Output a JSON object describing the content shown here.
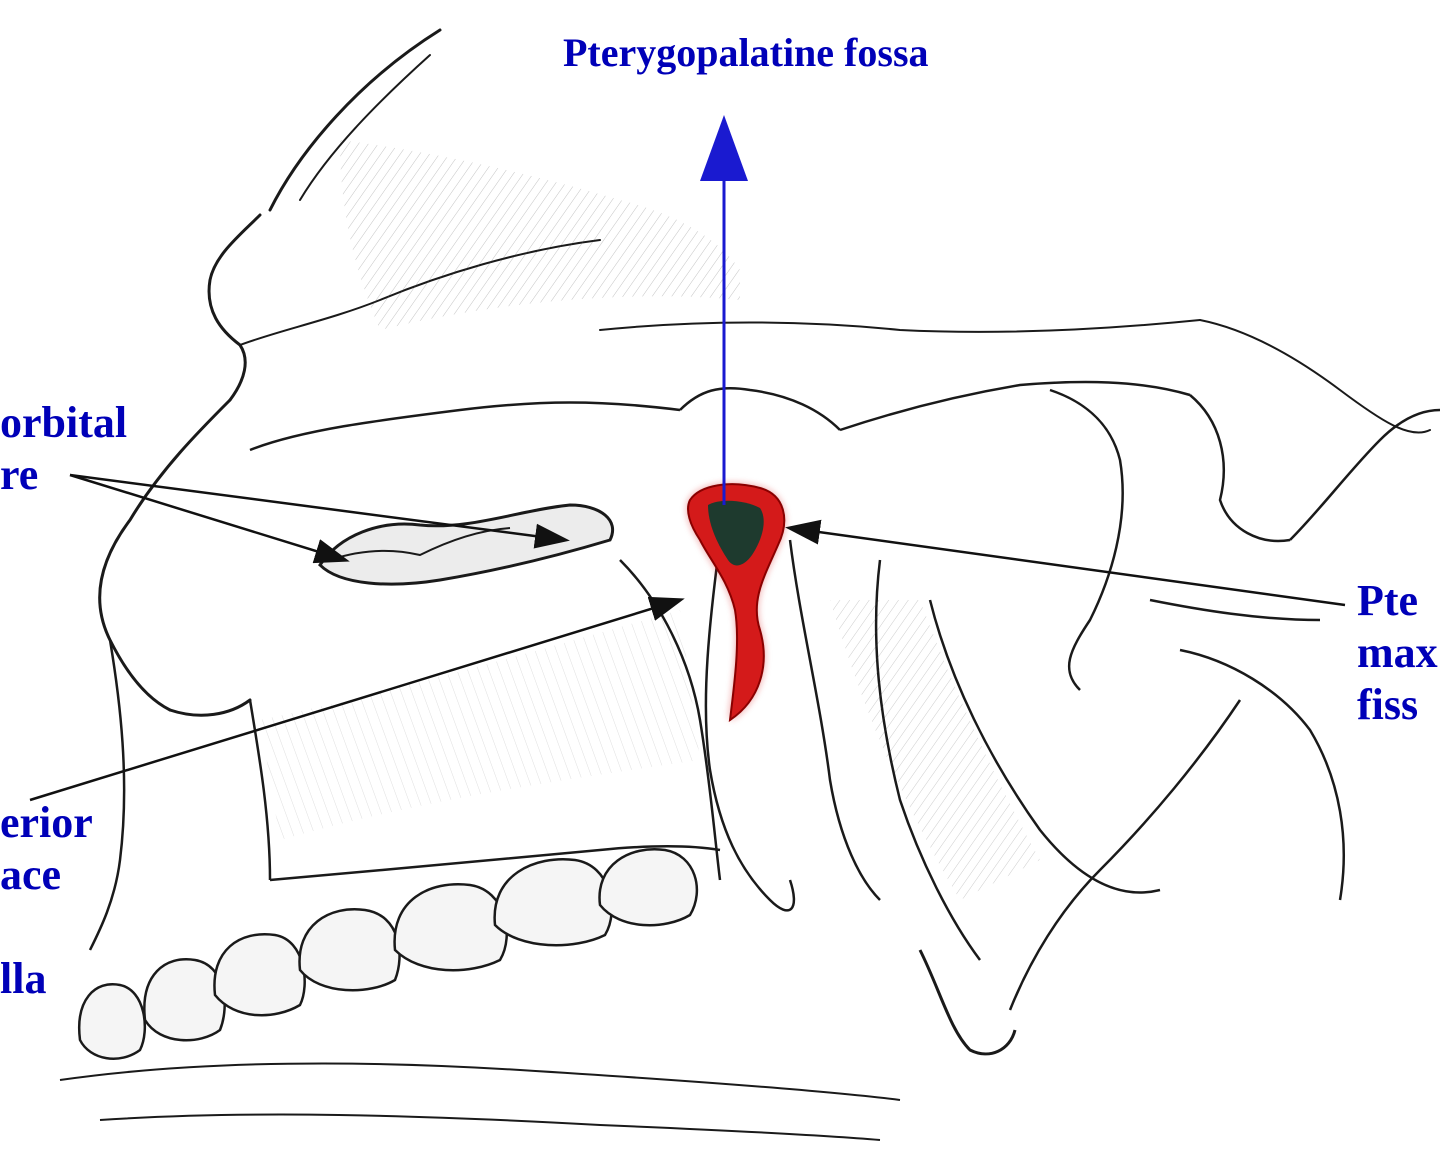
{
  "colors": {
    "title": "#0000b8",
    "highlight": "#d41a1a",
    "ink": "#1a1a1a",
    "arrow_blue": "#1a1ad0"
  },
  "labels": {
    "title": "Pterygopalatine fossa",
    "inferior_orbital_fissure_line1": "orbital",
    "inferior_orbital_fissure_line2": "re",
    "pterygomaxillary_line1": "Pte",
    "pterygomaxillary_line2": "max",
    "pterygomaxillary_line3": "fiss",
    "posterior_surface_line1": "erior",
    "posterior_surface_line2": "ace",
    "maxilla_line": "lla"
  }
}
